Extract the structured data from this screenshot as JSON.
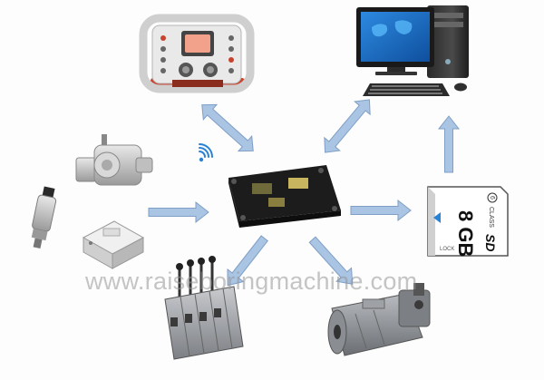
{
  "diagram": {
    "hub": "controller-module",
    "nodes": [
      "remote-control-unit",
      "desktop-computer",
      "rotary-encoder-sensor",
      "pressure-sensor",
      "inclination-sensor",
      "sd-memory-card",
      "hydraulic-valve-block",
      "hydraulic-pump"
    ]
  },
  "sd_card": {
    "capacity": "8 GB",
    "brand": "SD",
    "class_text": "CLASS",
    "class_number": "6",
    "lock_label": "LOCK"
  },
  "watermark": "www.raiseboringmachine.com",
  "colors": {
    "arrow": "#aac4e4",
    "arrow_stroke": "#7f9fc6",
    "controller": "#1c1c1c",
    "remote_frame": "#e0e0e0",
    "remote_red": "#c8432e",
    "monitor_screen": "#1c6fc9"
  }
}
